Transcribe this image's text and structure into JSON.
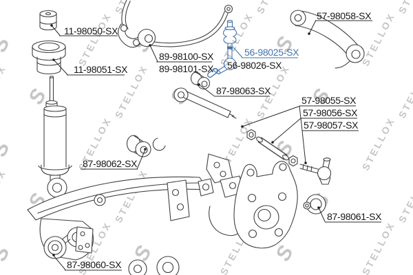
{
  "watermark": {
    "brand": "STELLOX",
    "logo_glyph": "S"
  },
  "colors": {
    "highlight_blue": "#4373ad",
    "line_art": "#3f3f3f",
    "watermark_gray": "#c6c6c6",
    "background": "#ffffff"
  },
  "labels": [
    {
      "text": "11-98050-SX",
      "highlighted": false
    },
    {
      "text": "11-98051-SX",
      "highlighted": false
    },
    {
      "text": "89-98100-SX",
      "highlighted": false
    },
    {
      "text": "89-98101-SX",
      "highlighted": false
    },
    {
      "text": "56-98025-SX",
      "highlighted": true
    },
    {
      "text": "56-98026-SX",
      "highlighted": false
    },
    {
      "text": "57-98058-SX",
      "highlighted": false
    },
    {
      "text": "87-98063-SX",
      "highlighted": false
    },
    {
      "text": "57-98055-SX",
      "highlighted": false
    },
    {
      "text": "57-98056-SX",
      "highlighted": false
    },
    {
      "text": "57-98057-SX",
      "highlighted": false
    },
    {
      "text": "87-98062-SX",
      "highlighted": false
    },
    {
      "text": "87-98060-SX",
      "highlighted": false
    },
    {
      "text": "87-98061-SX",
      "highlighted": false
    }
  ]
}
